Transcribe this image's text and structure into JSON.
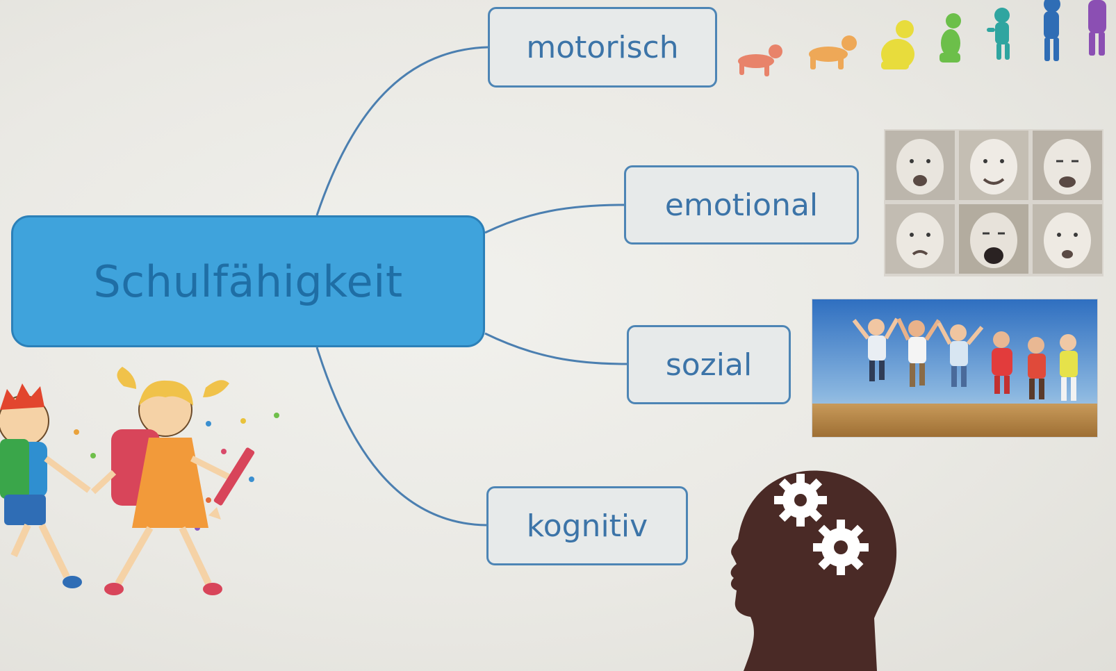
{
  "diagram": {
    "center": {
      "label": "Schulfähigkeit"
    },
    "branches": [
      {
        "key": "motorisch",
        "label": "motorisch"
      },
      {
        "key": "emotional",
        "label": "emotional"
      },
      {
        "key": "sozial",
        "label": "sozial"
      },
      {
        "key": "kognitiv",
        "label": "kognitiv"
      }
    ]
  },
  "illustrations": {
    "motor_development_figures": "colorful baby-to-child development silhouettes",
    "emotional_faces": "six black-and-white baby facial expressions",
    "social_photo": "children jumping together in a field",
    "cognitive_icon": "head silhouette with gears",
    "school_children": "cartoon children with school backpacks"
  },
  "colors": {
    "center_fill": "#3fa3dc",
    "center_text": "#1f6ea5",
    "branch_border": "#4d85b5",
    "branch_text": "#3c74a8",
    "connector": "#4b7fb0"
  }
}
